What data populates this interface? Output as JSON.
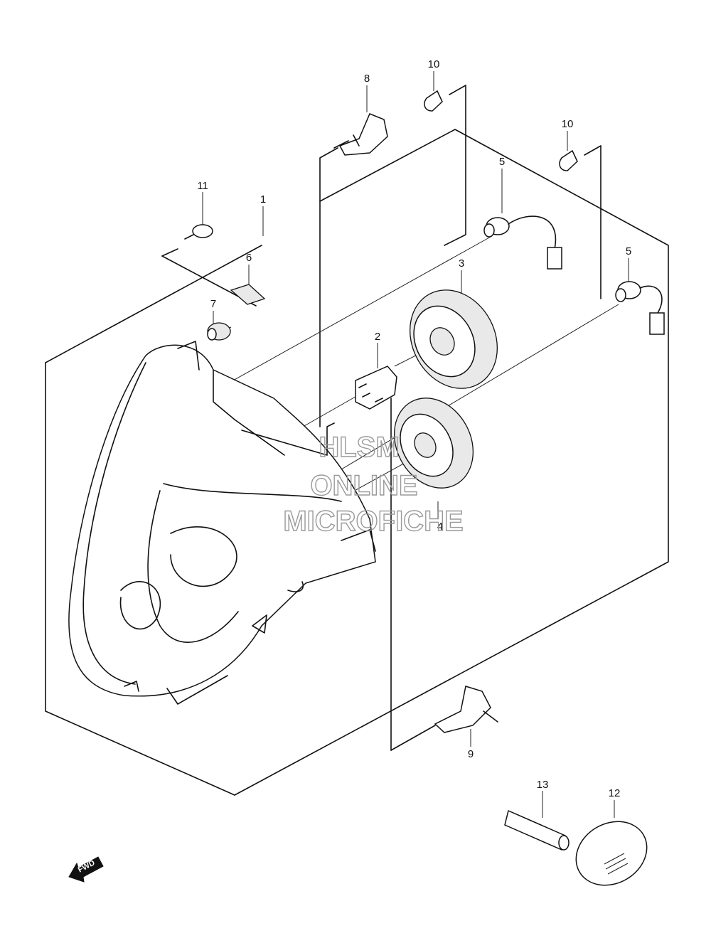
{
  "callouts": {
    "c1": "1",
    "c2": "2",
    "c3": "3",
    "c4": "4",
    "c5a": "5",
    "c5b": "5",
    "c6": "6",
    "c7": "7",
    "c8": "8",
    "c9": "9",
    "c10a": "10",
    "c10b": "10",
    "c11": "11",
    "c12": "12",
    "c13": "13"
  },
  "watermark": {
    "line1": "HLSM",
    "line2": "ONLINE",
    "line3": "MICROFICHE"
  },
  "direction_badge": "FWD"
}
